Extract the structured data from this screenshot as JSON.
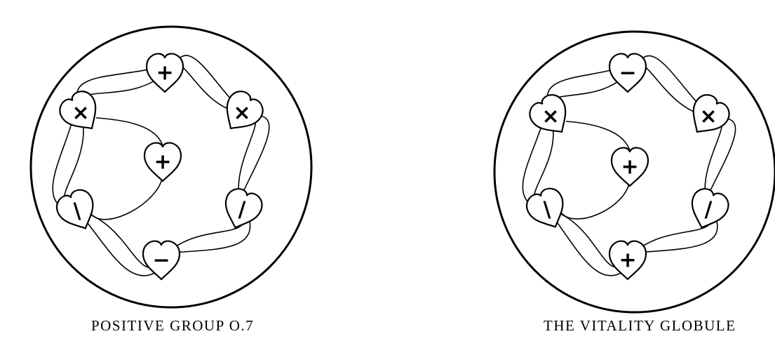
{
  "figures": [
    {
      "id": "positive-group",
      "caption": "POSITIVE GROUP O.7",
      "atoms": [
        {
          "position": "top",
          "symbol": "+"
        },
        {
          "position": "upper-right",
          "symbol": "×"
        },
        {
          "position": "lower-right",
          "symbol": "/"
        },
        {
          "position": "bottom",
          "symbol": "−"
        },
        {
          "position": "lower-left",
          "symbol": "\\"
        },
        {
          "position": "upper-left",
          "symbol": "×"
        },
        {
          "position": "center",
          "symbol": "+"
        }
      ]
    },
    {
      "id": "vitality-globule",
      "caption": "THE VITALITY GLOBULE",
      "atoms": [
        {
          "position": "top",
          "symbol": "−"
        },
        {
          "position": "upper-right",
          "symbol": "×"
        },
        {
          "position": "lower-right",
          "symbol": "/"
        },
        {
          "position": "bottom",
          "symbol": "+"
        },
        {
          "position": "lower-left",
          "symbol": "\\"
        },
        {
          "position": "upper-left",
          "symbol": "×"
        },
        {
          "position": "center",
          "symbol": "+"
        }
      ]
    }
  ],
  "stroke_color": "#000000"
}
